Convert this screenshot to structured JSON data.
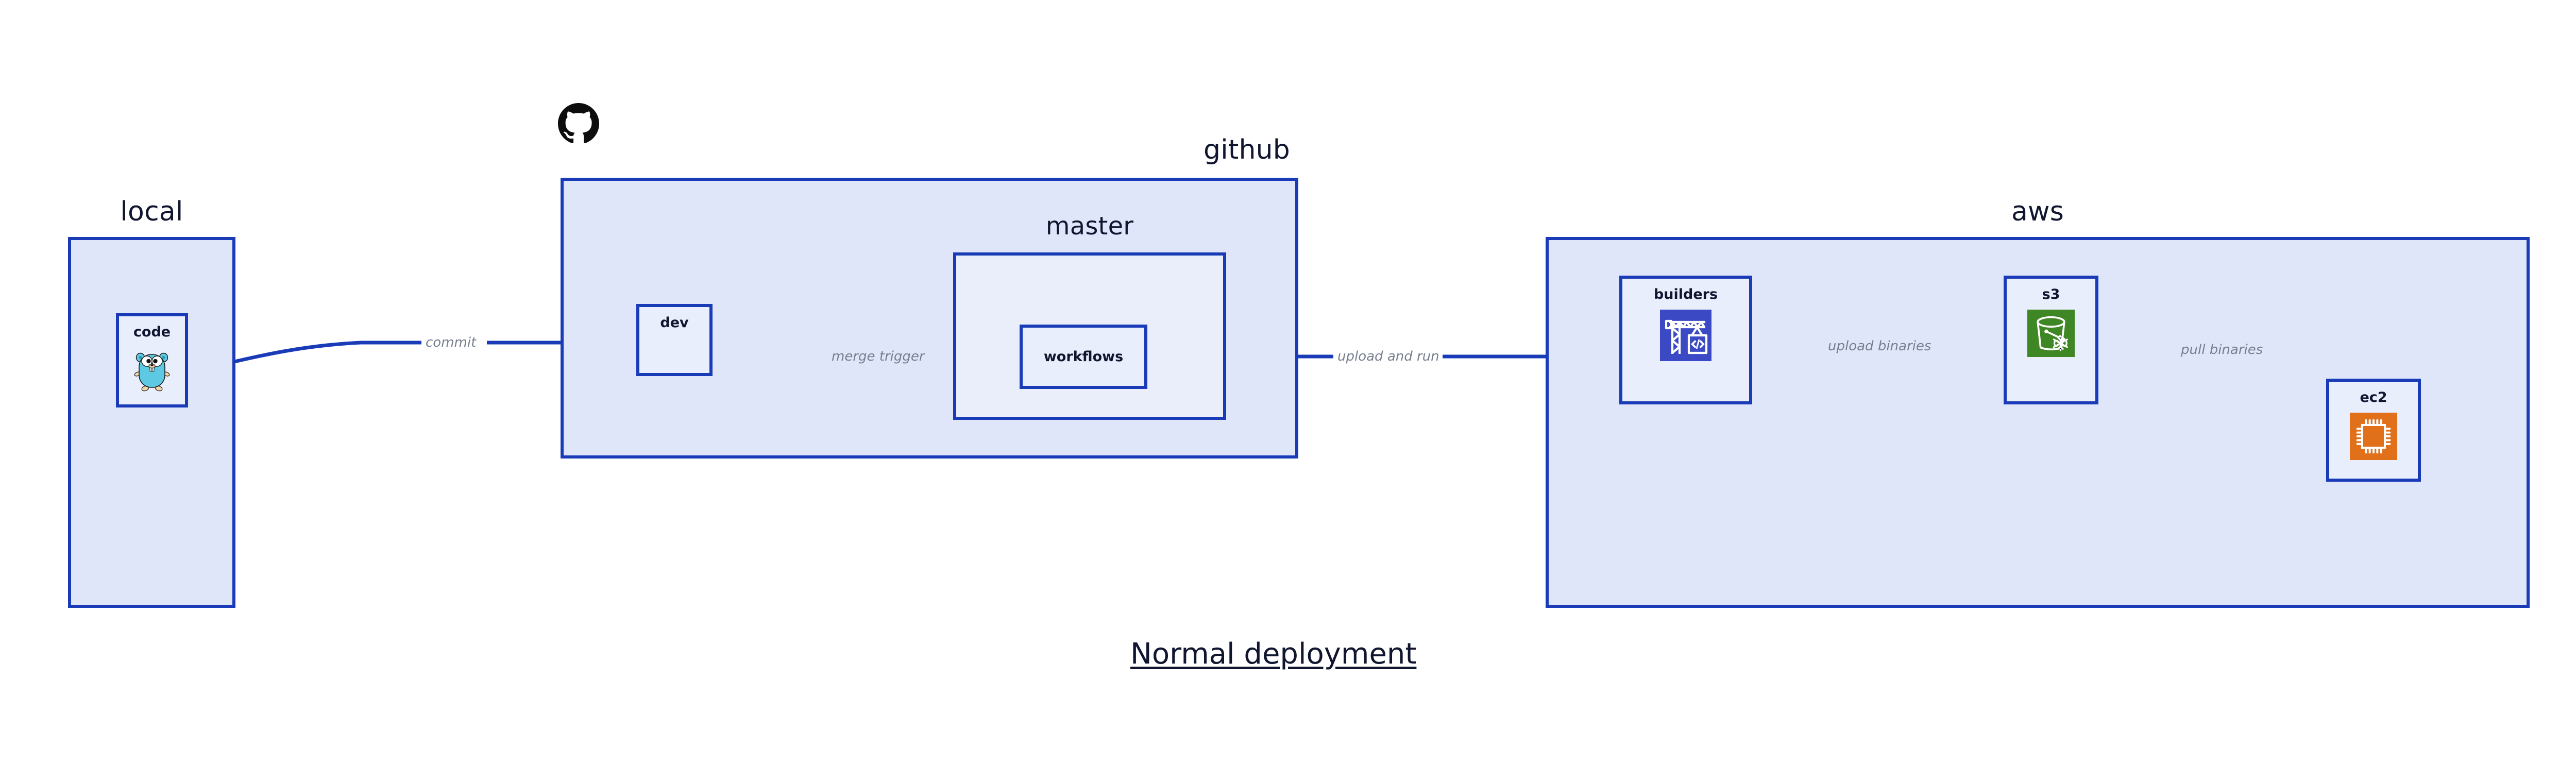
{
  "diagram": {
    "title": "Normal deployment",
    "accent_color": "#1a3bb8",
    "group_fill": "#e0e6fa",
    "subgroup_fill": "#eaeefb",
    "node_fill": "#e9eefc",
    "label_color": "#10162f",
    "edge_label_color": "#777f8e"
  },
  "groups": [
    {
      "id": "local",
      "label": "local"
    },
    {
      "id": "github",
      "label": "github"
    },
    {
      "id": "aws",
      "label": "aws"
    }
  ],
  "subgroups": [
    {
      "id": "master",
      "label": "master"
    }
  ],
  "nodes": [
    {
      "id": "code",
      "label": "code",
      "icon": "go-gopher-icon",
      "icon_color": "#5dc9e2"
    },
    {
      "id": "dev",
      "label": "dev",
      "icon": "none",
      "icon_color": ""
    },
    {
      "id": "workflows",
      "label": "workflows",
      "icon": "none",
      "icon_color": ""
    },
    {
      "id": "builders",
      "label": "builders",
      "icon": "aws-codebuild-icon",
      "icon_color": "#3b4ac4"
    },
    {
      "id": "s3",
      "label": "s3",
      "icon": "aws-s3-glacier-icon",
      "icon_color": "#3f8624"
    },
    {
      "id": "ec2",
      "label": "ec2",
      "icon": "aws-ec2-chip-icon",
      "icon_color": "#e0701a"
    }
  ],
  "logos": [
    {
      "id": "github-octocat",
      "name": "github-octocat-logo",
      "color": "#0d0d0d"
    }
  ],
  "edges": [
    {
      "id": "commit",
      "label": "commit",
      "from": "code",
      "to": "dev"
    },
    {
      "id": "merge-trigger",
      "label": "merge trigger",
      "from": "dev",
      "to": "workflows"
    },
    {
      "id": "upload-and-run",
      "label": "upload and run",
      "from": "workflows",
      "to": "builders"
    },
    {
      "id": "upload-binaries",
      "label": "upload binaries",
      "from": "builders",
      "to": "s3"
    },
    {
      "id": "pull-binaries",
      "label": "pull binaries",
      "from": "s3",
      "to": "ec2"
    }
  ]
}
